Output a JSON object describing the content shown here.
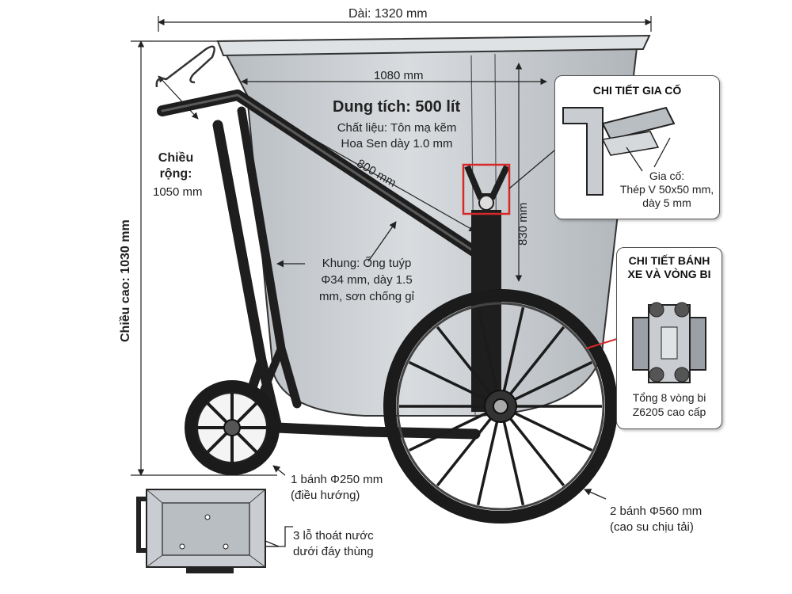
{
  "dimensions": {
    "length": "Dài: 1320 mm",
    "top_inner": "1080 mm",
    "diagonal": "800 mm",
    "inner_height": "830 mm",
    "height": "Chiều cao: 1030 mm",
    "width_title": "Chiều\nrộng:",
    "width_value": "1050 mm"
  },
  "capacity": {
    "title": "Dung tích: 500 lít",
    "material": "Chất liệu: Tôn mạ kẽm\nHoa Sen dày 1.0 mm"
  },
  "frame": {
    "note": "Khung: Ống tuýp\nΦ34 mm, dày 1.5\nmm, sơn chống gỉ"
  },
  "front_wheel": {
    "note": "1 bánh Φ250 mm\n(điều hướng)"
  },
  "rear_wheels": {
    "note": "2 bánh Φ560 mm\n(cao su chịu tải)"
  },
  "drain": {
    "note": "3 lỗ thoát nước\ndưới đáy thùng"
  },
  "reinforce_box": {
    "title": "CHI TIẾT GIA CỐ",
    "note": "Gia cố:\nThép V 50x50 mm,\ndày 5 mm"
  },
  "bearing_box": {
    "title": "CHI TIẾT BÁNH\nXE VÀ VÒNG BI",
    "note": "Tổng 8 vòng bi\nZ6205 cao cấp"
  },
  "colors": {
    "tank_fill": "#c9cdd1",
    "frame": "#1e1e1e",
    "accent_red": "#d62828"
  }
}
